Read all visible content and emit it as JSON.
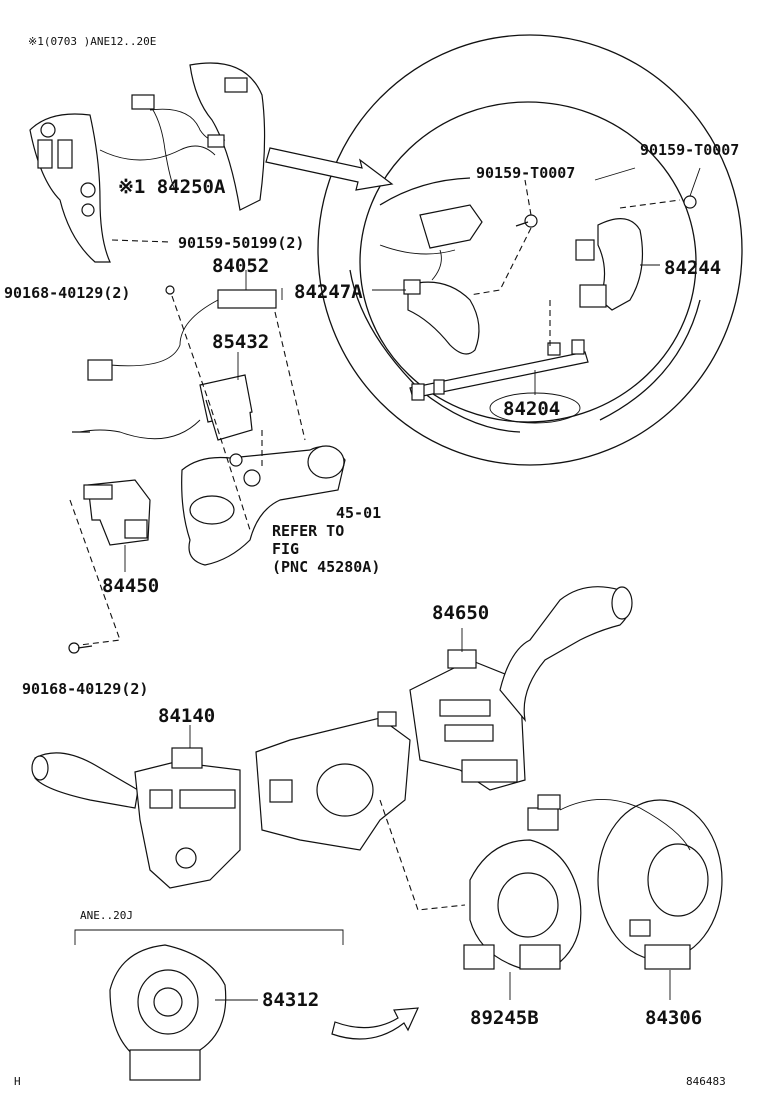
{
  "header_note": "※1(0703  )ANE12..20E",
  "labels": {
    "p84250A": "※1 84250A",
    "p90159_50199": "90159-50199(2)",
    "p84052": "84052",
    "p90168_top": "90168-40129(2)",
    "p85432": "85432",
    "p84247A": "84247A",
    "p90159_T0007_a": "90159-T0007",
    "p90159_T0007_b": "90159-T0007",
    "p84244": "84244",
    "p84204": "84204",
    "p45_01": "45-01",
    "refer_to": "REFER TO",
    "fig": "FIG",
    "pnc": "(PNC 45280A)",
    "p84450": "84450",
    "p90168_bottom": "90168-40129(2)",
    "p84650": "84650",
    "p84140": "84140",
    "ane20j": "ANE..20J",
    "p84312": "84312",
    "p89245B": "89245B",
    "p84306": "84306"
  },
  "footer": {
    "left": "H",
    "right": "846483"
  }
}
